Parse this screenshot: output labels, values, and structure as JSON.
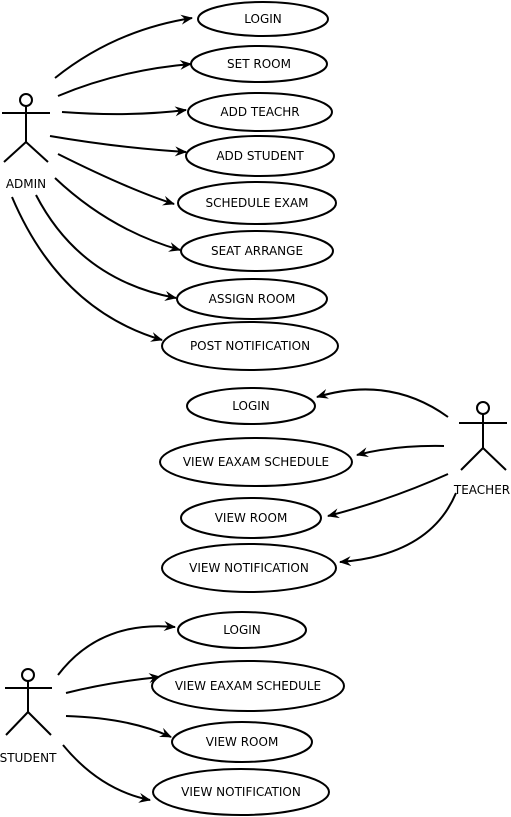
{
  "diagram": {
    "actors": [
      {
        "id": "admin",
        "label": "ADMIN"
      },
      {
        "id": "teacher",
        "label": "TEACHER"
      },
      {
        "id": "student",
        "label": "STUDENT"
      }
    ],
    "use_cases": {
      "admin": [
        "LOGIN",
        "SET ROOM",
        "ADD TEACHR",
        "ADD STUDENT",
        "SCHEDULE EXAM",
        "SEAT ARRANGE",
        "ASSIGN ROOM",
        "POST NOTIFICATION"
      ],
      "teacher": [
        "LOGIN",
        "VIEW EAXAM SCHEDULE",
        "VIEW ROOM",
        "VIEW NOTIFICATION"
      ],
      "student": [
        "LOGIN",
        "VIEW EAXAM SCHEDULE",
        "VIEW ROOM",
        "VIEW NOTIFICATION"
      ]
    },
    "colors": {
      "line": "#000000",
      "background": "#ffffff"
    }
  }
}
